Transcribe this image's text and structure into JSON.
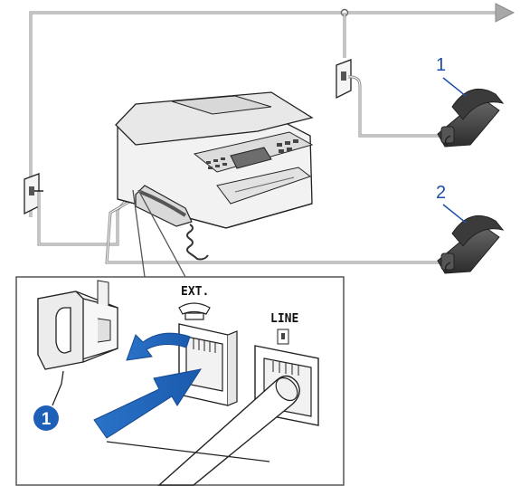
{
  "callouts": {
    "phone1": "1",
    "phone2": "2",
    "cover": "1"
  },
  "jacks": {
    "ext": "EXT.",
    "line": "LINE"
  },
  "colors": {
    "line": "#808080",
    "arrow": "#1e5fb8",
    "badge": "#1e5fb8",
    "label": "#1f4fa8",
    "inset_border": "#555555"
  },
  "icons": [
    "telephone-icon",
    "wall-jack-icon",
    "fax-machine-icon",
    "phone-handset-icon",
    "arrow-icon"
  ]
}
